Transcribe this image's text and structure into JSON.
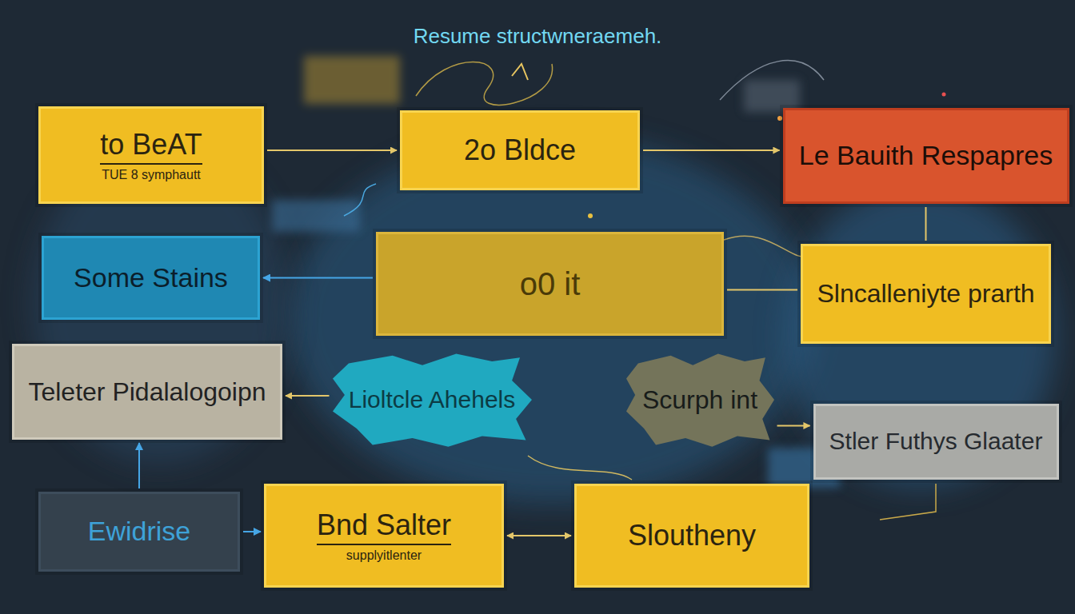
{
  "diagram": {
    "title": "Resume structwneraemeh.",
    "nodes": [
      {
        "text": [
          "to BeAT",
          "TUE 8 symphautt"
        ]
      },
      {
        "text": [
          "2o Bldce"
        ]
      },
      {
        "text": [
          "Le Bauith Respapres"
        ]
      },
      {
        "text": [
          "Some Stains"
        ]
      },
      {
        "text": [
          "o0 it"
        ]
      },
      {
        "text": [
          "Slncalleniyte prarth"
        ]
      },
      {
        "text": [
          "Teleter Pidalalogoipn"
        ]
      },
      {
        "text": [
          "Lioltcle Ahehels"
        ]
      },
      {
        "text": [
          "Scurph int"
        ]
      },
      {
        "text": [
          "Stler Futhys Glaater"
        ]
      },
      {
        "text": [
          "Ewidrise"
        ]
      },
      {
        "text": [
          "Bnd Salter",
          "supplyitlenter"
        ]
      },
      {
        "text": [
          "Sloutheny"
        ]
      }
    ],
    "edges": [
      {
        "from": 0,
        "to": 1,
        "arrow": "to"
      },
      {
        "from": 1,
        "to": 2,
        "arrow": "to"
      },
      {
        "from": 4,
        "to": 3,
        "arrow": "to"
      },
      {
        "from": 2,
        "to": 5,
        "arrow": "none"
      },
      {
        "from": 5,
        "to": 4,
        "arrow": "none"
      },
      {
        "from": 7,
        "to": 6,
        "arrow": "to"
      },
      {
        "from": 8,
        "to": 9,
        "arrow": "to"
      },
      {
        "from": 10,
        "to": 6,
        "arrow": "to"
      },
      {
        "from": 10,
        "to": 11,
        "arrow": "to"
      },
      {
        "from": 11,
        "to": 12,
        "arrow": "both"
      }
    ]
  }
}
